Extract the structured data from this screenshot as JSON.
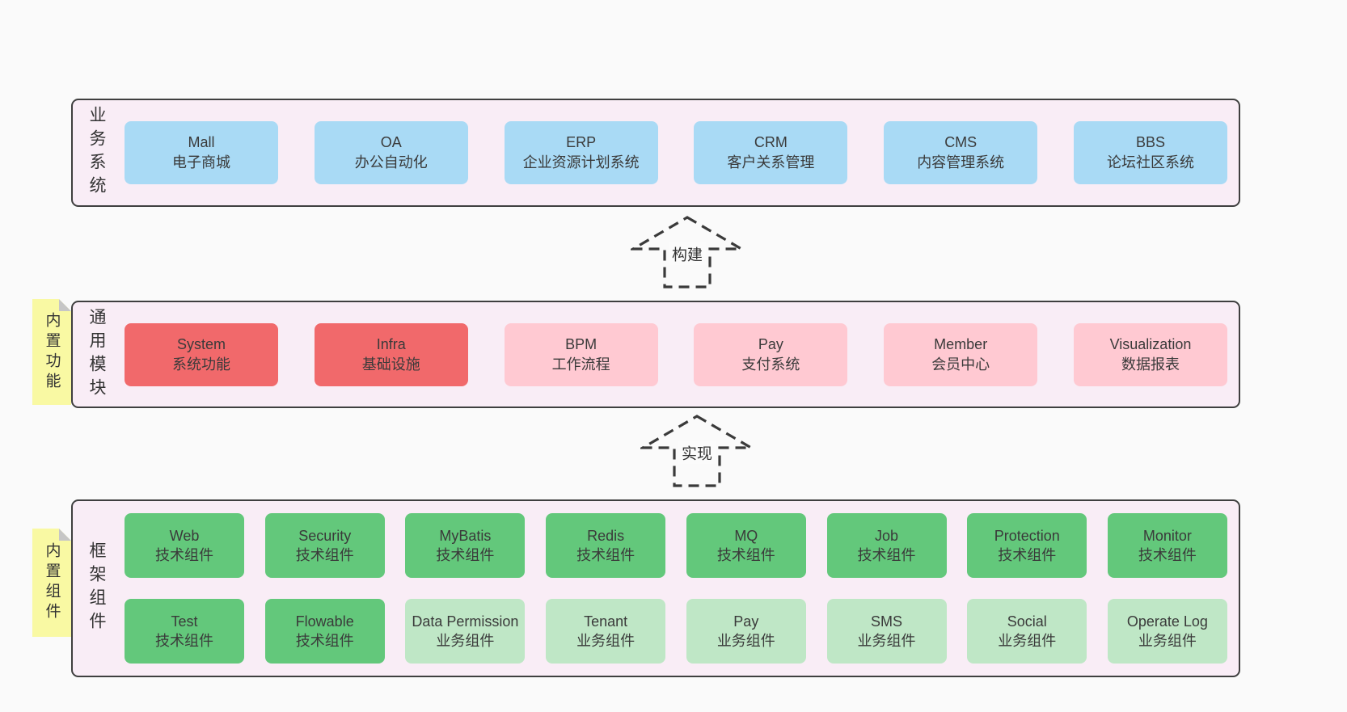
{
  "diagram": {
    "colors": {
      "blue": "#a9daf5",
      "red": "#f1696b",
      "pink": "#ffc9d2",
      "green": "#63c87b",
      "lightgreen": "#bfe7c6",
      "panel_bg": "#f9edf6",
      "sticky_bg": "#f9f9a3",
      "border": "#3f3f3f",
      "arrow": "#3a3a3a",
      "page_bg": "#fafafa",
      "text": "#3a3a3a"
    },
    "sections": [
      {
        "id": "business",
        "label": "业务系统",
        "sticky": null,
        "rows": [
          [
            {
              "en": "Mall",
              "zh": "电子商城",
              "type": "blue"
            },
            {
              "en": "OA",
              "zh": "办公自动化",
              "type": "blue"
            },
            {
              "en": "ERP",
              "zh": "企业资源计划系统",
              "type": "blue"
            },
            {
              "en": "CRM",
              "zh": "客户关系管理",
              "type": "blue"
            },
            {
              "en": "CMS",
              "zh": "内容管理系统",
              "type": "blue"
            },
            {
              "en": "BBS",
              "zh": "论坛社区系统",
              "type": "blue"
            }
          ]
        ]
      },
      {
        "id": "modules",
        "label": "通用模块",
        "sticky": "内置功能",
        "rows": [
          [
            {
              "en": "System",
              "zh": "系统功能",
              "type": "red"
            },
            {
              "en": "Infra",
              "zh": "基础设施",
              "type": "red"
            },
            {
              "en": "BPM",
              "zh": "工作流程",
              "type": "pink"
            },
            {
              "en": "Pay",
              "zh": "支付系统",
              "type": "pink"
            },
            {
              "en": "Member",
              "zh": "会员中心",
              "type": "pink"
            },
            {
              "en": "Visualization",
              "zh": "数据报表",
              "type": "pink"
            }
          ]
        ]
      },
      {
        "id": "framework",
        "label": "框架组件",
        "sticky": "内置组件",
        "rows": [
          [
            {
              "en": "Web",
              "zh": "技术组件",
              "type": "green"
            },
            {
              "en": "Security",
              "zh": "技术组件",
              "type": "green"
            },
            {
              "en": "MyBatis",
              "zh": "技术组件",
              "type": "green"
            },
            {
              "en": "Redis",
              "zh": "技术组件",
              "type": "green"
            },
            {
              "en": "MQ",
              "zh": "技术组件",
              "type": "green"
            },
            {
              "en": "Job",
              "zh": "技术组件",
              "type": "green"
            },
            {
              "en": "Protection",
              "zh": "技术组件",
              "type": "green"
            },
            {
              "en": "Monitor",
              "zh": "技术组件",
              "type": "green"
            }
          ],
          [
            {
              "en": "Test",
              "zh": "技术组件",
              "type": "green"
            },
            {
              "en": "Flowable",
              "zh": "技术组件",
              "type": "green"
            },
            {
              "en": "Data Permission",
              "zh": "业务组件",
              "type": "lightgreen"
            },
            {
              "en": "Tenant",
              "zh": "业务组件",
              "type": "lightgreen"
            },
            {
              "en": "Pay",
              "zh": "业务组件",
              "type": "lightgreen"
            },
            {
              "en": "SMS",
              "zh": "业务组件",
              "type": "lightgreen"
            },
            {
              "en": "Social",
              "zh": "业务组件",
              "type": "lightgreen"
            },
            {
              "en": "Operate Log",
              "zh": "业务组件",
              "type": "lightgreen"
            }
          ]
        ]
      }
    ],
    "arrows": [
      {
        "label": "构建"
      },
      {
        "label": "实现"
      }
    ]
  }
}
